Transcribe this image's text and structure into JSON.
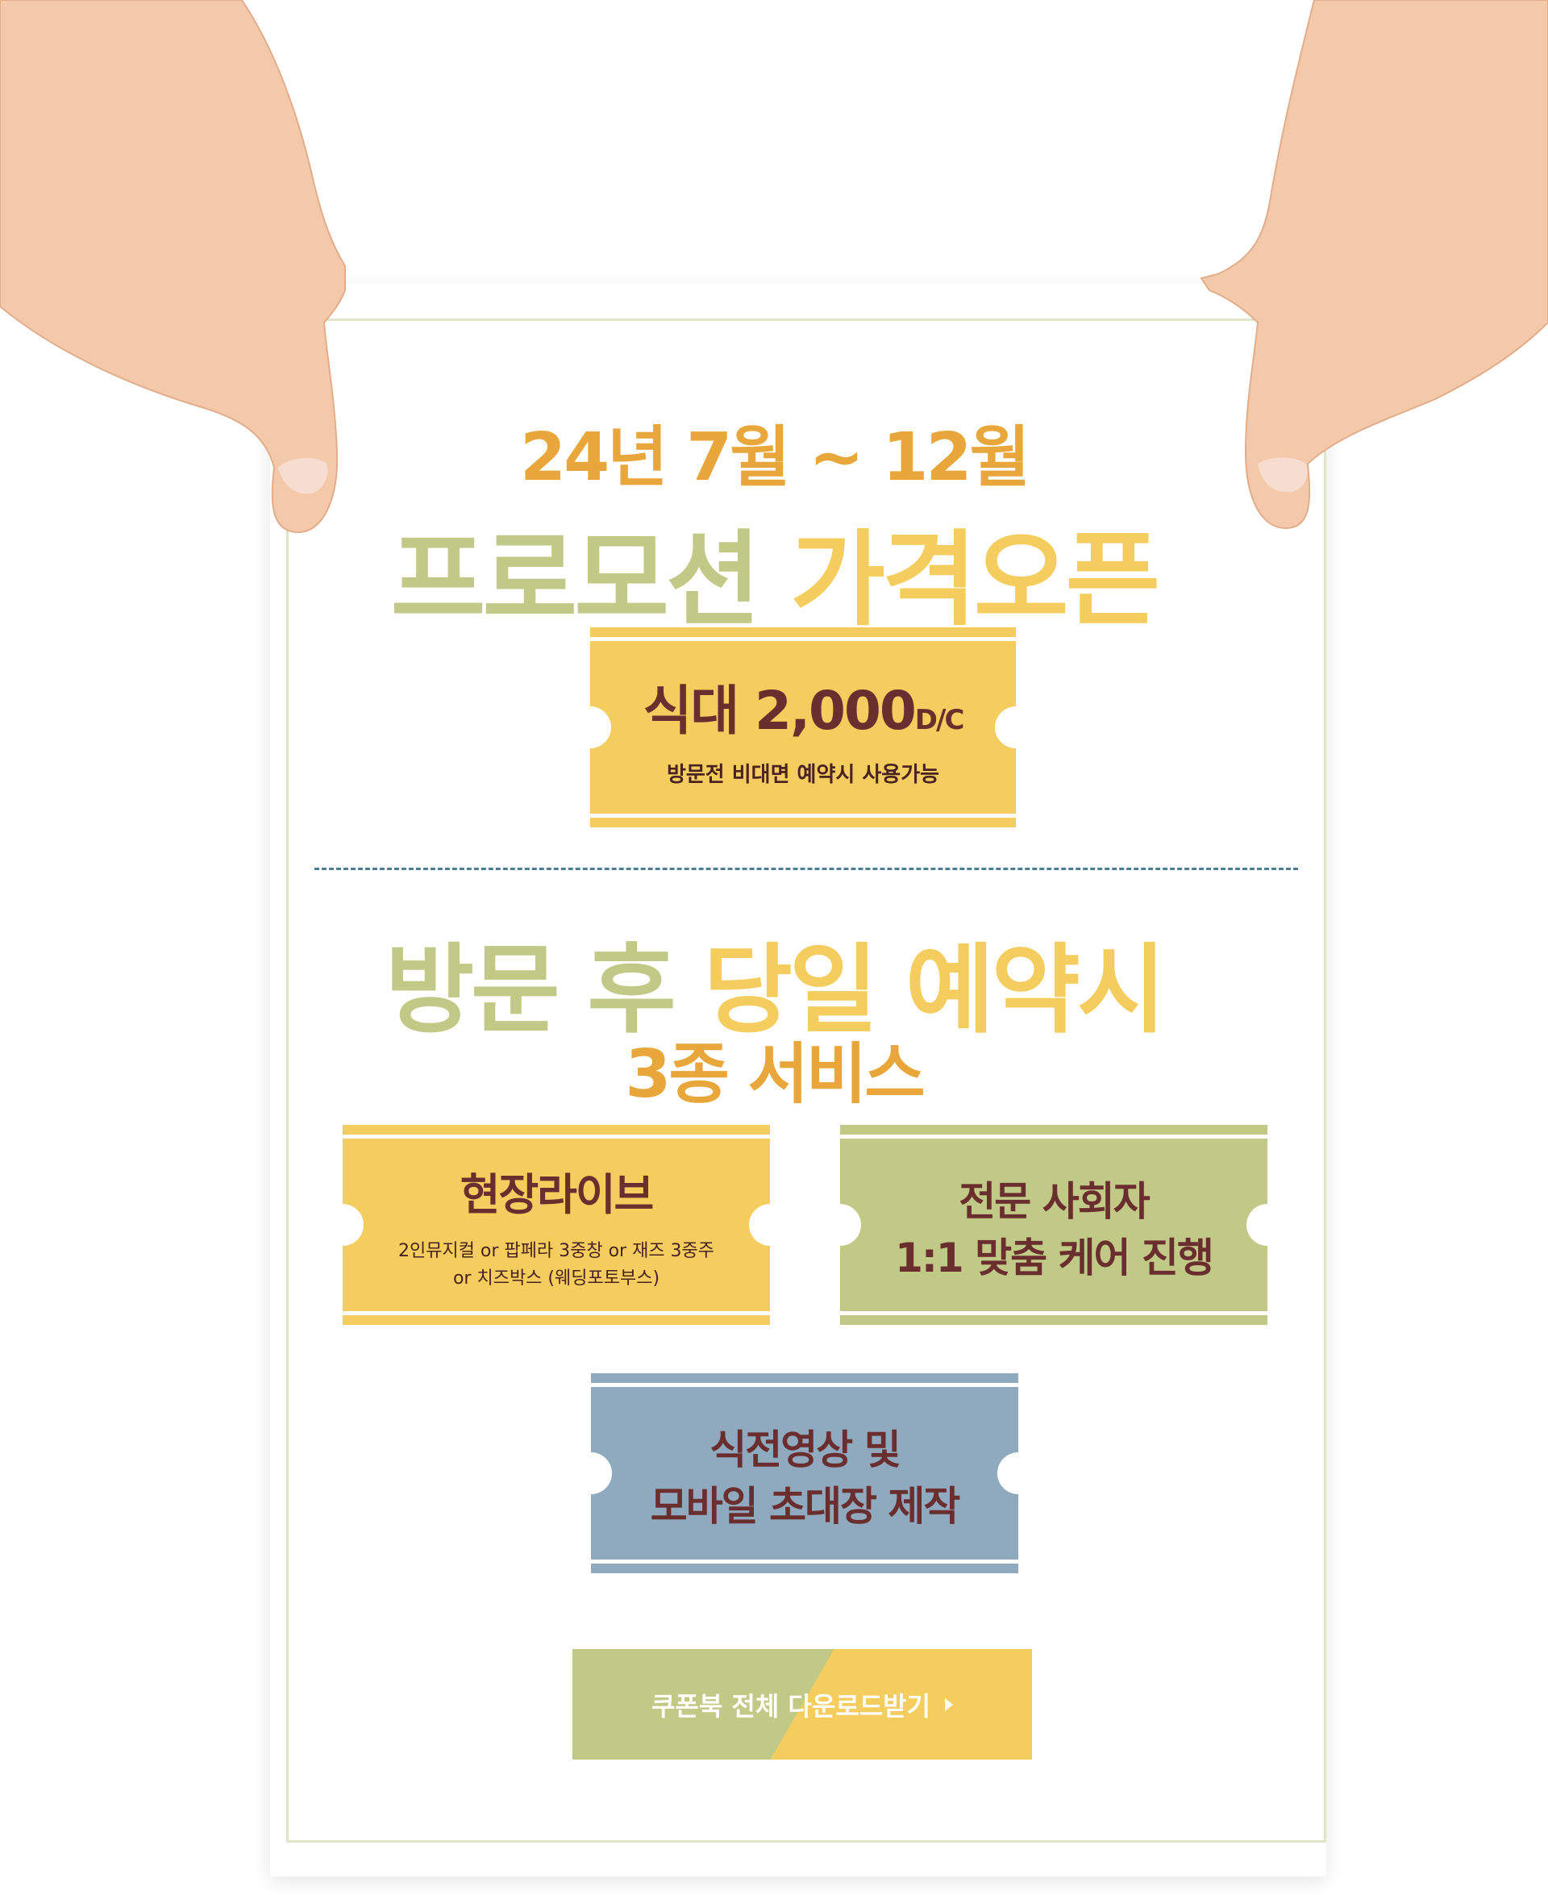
{
  "poster": {
    "period": "24년 7월 ~ 12월",
    "promo_part1": "프로모션",
    "promo_part2": "가격오픈"
  },
  "meal_coupon": {
    "title": "식대 2,000",
    "title_suffix": "D/C",
    "subtitle": "방문전 비대면 예약시 사용가능"
  },
  "visit_section": {
    "headline_part1": "방문 후",
    "headline_part2": "당일 예약시",
    "subheadline": "3종 서비스"
  },
  "service_coupons": [
    {
      "title": "현장라이브",
      "line1": "2인뮤지컬 or 팝페라 3중창 or 재즈 3중주",
      "line2": "or 치즈박스 (웨딩포토부스)"
    },
    {
      "line1": "전문 사회자",
      "line2": "1:1 맞춤 케어 진행"
    },
    {
      "line1": "식전영상 및",
      "line2": "모바일 초대장 제작"
    }
  ],
  "download_button": {
    "label": "쿠폰북 전체 다운로드받기"
  },
  "colors": {
    "orange": "#e9a63a",
    "yellow": "#f4cd5e",
    "olive": "#c1c987",
    "blue": "#8faabf",
    "brown": "#6b2e2e",
    "dash": "#4c7f95"
  }
}
